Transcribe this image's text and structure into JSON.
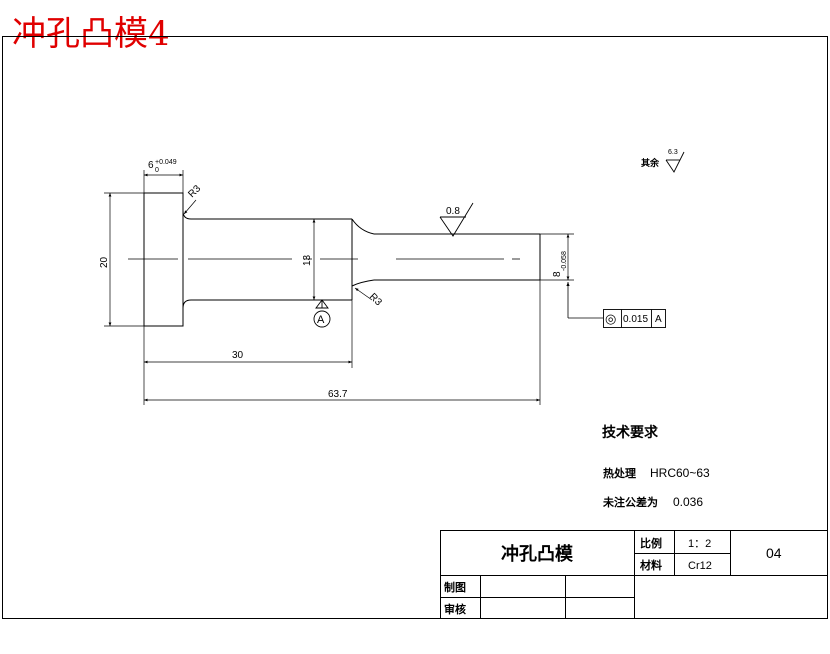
{
  "header": {
    "title": "冲孔凸模4"
  },
  "drawing": {
    "dims": {
      "head_thickness": "6",
      "head_thickness_tol": "+0.049",
      "head_thickness_tol_low": "0",
      "head_diameter": "20",
      "shank_diameter": "13",
      "tip_diameter": "8",
      "tip_diameter_tol": "-0.058",
      "length_to_shoulder": "30",
      "total_length": "63.7",
      "radius_head": "R3",
      "radius_shoulder": "R3"
    },
    "roughness": {
      "value": "0.8",
      "others_label": "其余",
      "others_value": "6.3"
    },
    "datum": "A",
    "tolerance": {
      "symbol": "◎",
      "value": "0.015",
      "datum": "A"
    }
  },
  "tech_requirements": {
    "heading": "技术要求",
    "heat_treatment_label": "热处理",
    "heat_treatment_value": "HRC60~63",
    "tolerance_label": "未注公差为",
    "tolerance_value": "0.036"
  },
  "title_block": {
    "part_name": "冲孔凸模",
    "scale_label": "比例",
    "scale_value": "1：2",
    "material_label": "材料",
    "material_value": "Cr12",
    "drawing_number": "04",
    "drawn_label": "制图",
    "check_label": "审核"
  }
}
